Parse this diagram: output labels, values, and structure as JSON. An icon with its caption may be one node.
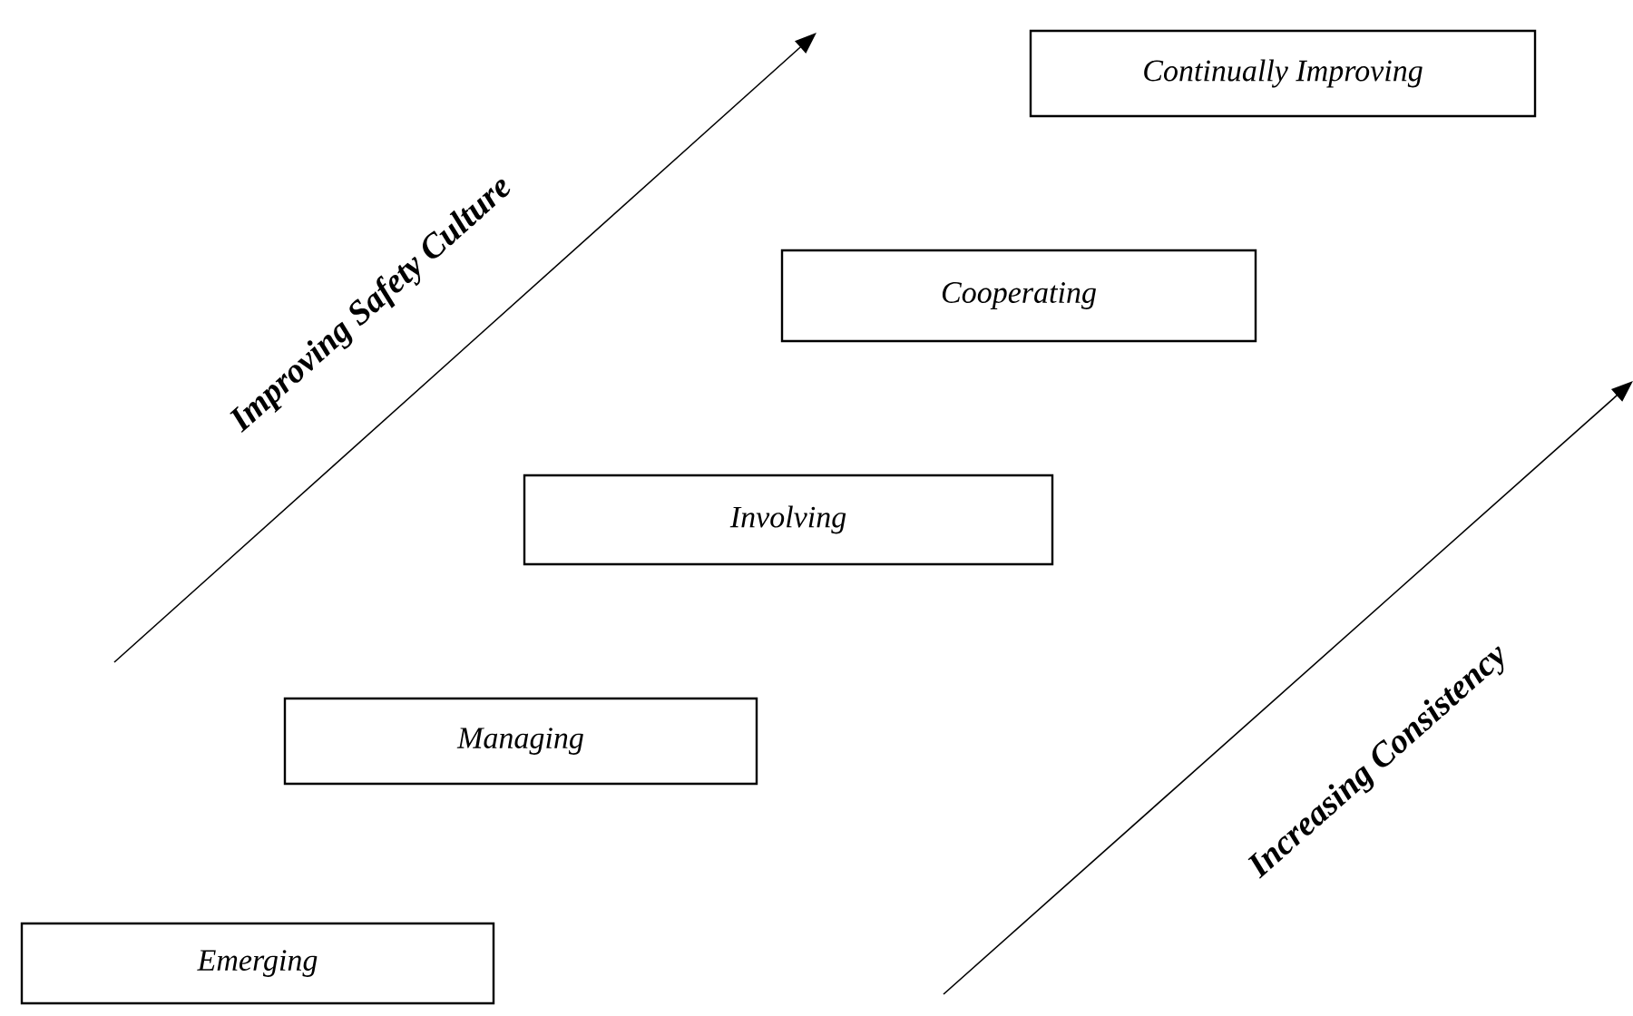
{
  "diagram": {
    "nodes": [
      {
        "text": [
          "Continually Improving"
        ]
      },
      {
        "text": [
          "Cooperating"
        ]
      },
      {
        "text": [
          "Involving"
        ]
      },
      {
        "text": [
          "Managing"
        ]
      },
      {
        "text": [
          "Emerging"
        ]
      }
    ],
    "labels": [
      "Improving Safety Culture",
      "Increasing Consistency"
    ]
  }
}
